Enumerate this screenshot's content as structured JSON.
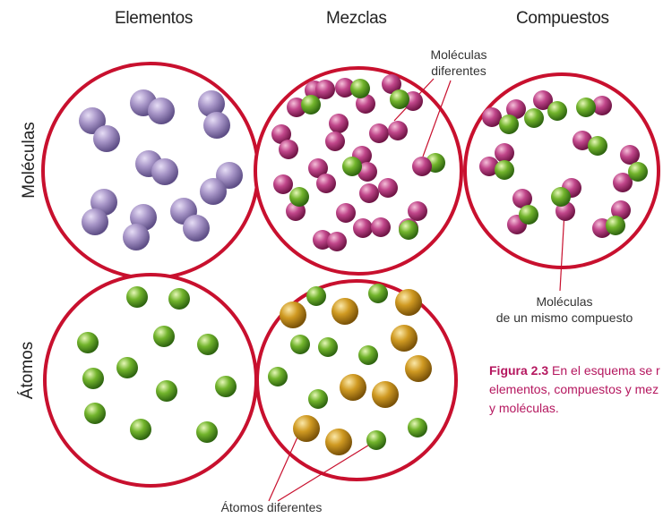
{
  "columns": [
    "Elementos",
    "Mezclas",
    "Compuestos"
  ],
  "rows": [
    "Moléculas",
    "Átomos"
  ],
  "annotations": {
    "molecules_different": [
      "Moléculas",
      "diferentes"
    ],
    "molecules_same": [
      "Moléculas",
      "de un mismo compuesto"
    ],
    "atoms_different": "Átomos diferentes"
  },
  "caption": {
    "label": "Figura 2.3",
    "lines": [
      "En el esquema se r",
      "elementos, compuestos y mez",
      "y moléculas."
    ]
  },
  "colors": {
    "circle_border": "#c8102e",
    "element_atom": "#9c8cc0",
    "magenta_atom": "#b8407a",
    "green_atom": "#6aaa2a",
    "gold_atom": "#c8921a",
    "caption_text": "#b5175f"
  }
}
